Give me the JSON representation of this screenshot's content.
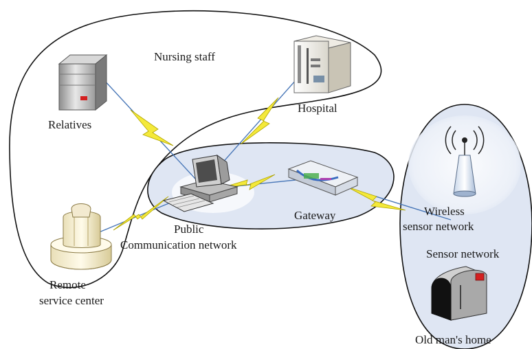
{
  "labels": {
    "nursing_staff": "Nursing staff",
    "relatives": "Relatives",
    "hospital": "Hospital",
    "gateway": "Gateway",
    "public_line1": "Public",
    "public_line2": "Communication network",
    "wireless_line1": "Wireless",
    "wireless_line2": "sensor network",
    "sensor_network": "Sensor network",
    "remote_line1": "Remote",
    "remote_line2": "service center",
    "old_mans_home": "Old man's home"
  },
  "colors": {
    "outline": "#111111",
    "region_fill": "#dfe6f3",
    "link_line": "#4a78b8",
    "lightning": "#f4e93a",
    "lightning_edge": "#b0a400",
    "indicator_red": "#d42020"
  },
  "icons": [
    "server-icon",
    "hospital-building-icon",
    "computer-icon",
    "gateway-router-icon",
    "antenna-tower-icon",
    "call-center-tower-icon",
    "mailbox-home-icon"
  ]
}
